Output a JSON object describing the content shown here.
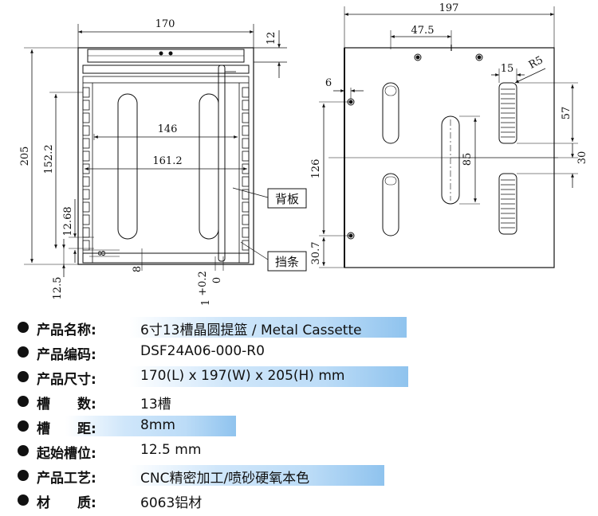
{
  "drawing": {
    "left_view": {
      "dim_width": "170",
      "dim_top_offset": "12",
      "dim_inner_146": "146",
      "dim_inner_161": "161.2",
      "dim_height": "205",
      "dim_152": "152.2",
      "dim_12_68": "12.68",
      "dim_slot_8": "8",
      "dim_8_bottom": "8",
      "dim_12_5": "12.5",
      "dim_tol": "+0.2",
      "dim_tol_0": "0",
      "dim_one": "1",
      "label_back_plate": "背板",
      "label_stop_bar": "挡条"
    },
    "right_view": {
      "dim_width": "197",
      "dim_47_5": "47.5",
      "dim_15": "15",
      "dim_r5": "R5",
      "dim_6": "6",
      "dim_57": "57",
      "dim_126": "126",
      "dim_85": "85",
      "dim_30": "30",
      "dim_30_7": "30.7"
    }
  },
  "specs": [
    {
      "label": "产品名称:",
      "value": "6寸13槽晶圆提篮 / Metal Cassette",
      "highlight": true
    },
    {
      "label": "产品编码:",
      "value": "DSF24A06-000-R0",
      "highlight": false
    },
    {
      "label": "产品尺寸:",
      "value": "170(L) x 197(W) x 205(H) mm",
      "highlight": true
    },
    {
      "label": "槽　　数:",
      "value": "13槽",
      "highlight": false
    },
    {
      "label": "槽　　距:",
      "value": "8mm",
      "highlight": true
    },
    {
      "label": "起始槽位:",
      "value": "12.5 mm",
      "highlight": false
    },
    {
      "label": "产品工艺:",
      "value": "CNC精密加工/喷砂硬氧本色",
      "highlight": true
    },
    {
      "label": "材　　质:",
      "value": "6063铝材",
      "highlight": false
    }
  ]
}
